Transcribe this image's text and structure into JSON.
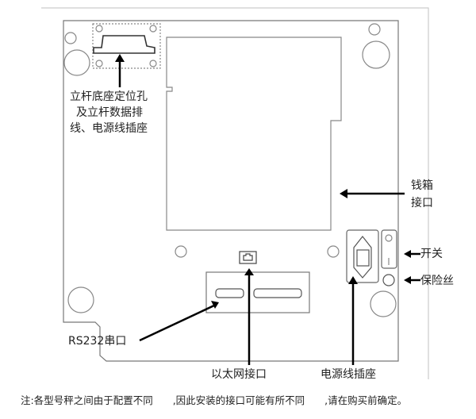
{
  "labels": {
    "base_holes": [
      "立杆底座定位孔",
      "及立杆数据排",
      "线、电源线插座"
    ],
    "cashbox": [
      "钱箱",
      "接口"
    ],
    "switch": "开关",
    "fuse": "保险丝",
    "rs232": "RS232串口",
    "ethernet": "以太网接口",
    "power": "电源线插座"
  },
  "note": "注:各型号秤之间由于配置不同　　,因此安装的接口可能有所不同　　,请在购买前确定。"
}
